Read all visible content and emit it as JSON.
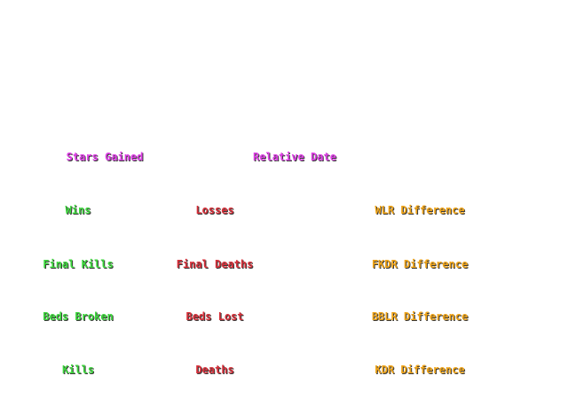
{
  "colors": {
    "magenta": "#e040e8",
    "green": "#3ed83e",
    "red": "#d8303a",
    "gold": "#f0a418"
  },
  "header": {
    "stars_gained": "Stars Gained",
    "relative_date": "Relative Date"
  },
  "rows": [
    {
      "stat": "Wins",
      "counter": "Losses",
      "ratio": "WLR Difference"
    },
    {
      "stat": "Final Kills",
      "counter": "Final Deaths",
      "ratio": "FKDR Difference"
    },
    {
      "stat": "Beds Broken",
      "counter": "Beds Lost",
      "ratio": "BBLR Difference"
    },
    {
      "stat": "Kills",
      "counter": "Deaths",
      "ratio": "KDR Difference"
    }
  ]
}
